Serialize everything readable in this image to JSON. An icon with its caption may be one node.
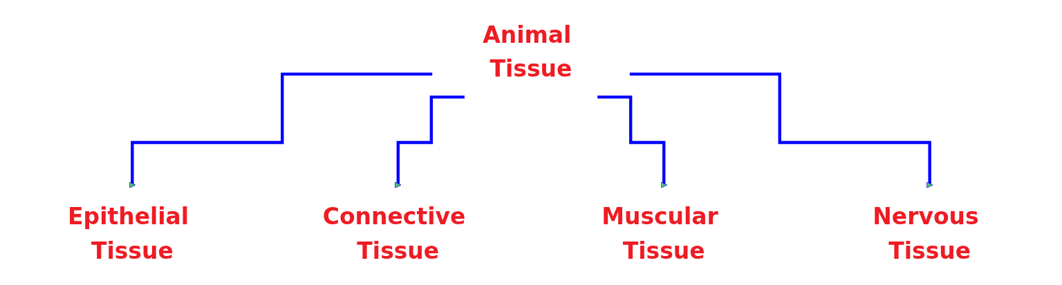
{
  "diagram": {
    "nodes": [
      {
        "text": [
          "Animal Tissue"
        ]
      },
      {
        "text": [
          "Epithelial Tissue"
        ]
      },
      {
        "text": [
          "Connective Tissue"
        ]
      },
      {
        "text": [
          "Muscular Tissue"
        ]
      },
      {
        "text": [
          "Nervous Tissue"
        ]
      }
    ],
    "edges": [
      {
        "from": 0,
        "to": 1,
        "arrow": "to"
      },
      {
        "from": 0,
        "to": 2,
        "arrow": "to"
      },
      {
        "from": 0,
        "to": 3,
        "arrow": "to"
      },
      {
        "from": 0,
        "to": 4,
        "arrow": "to"
      }
    ]
  }
}
